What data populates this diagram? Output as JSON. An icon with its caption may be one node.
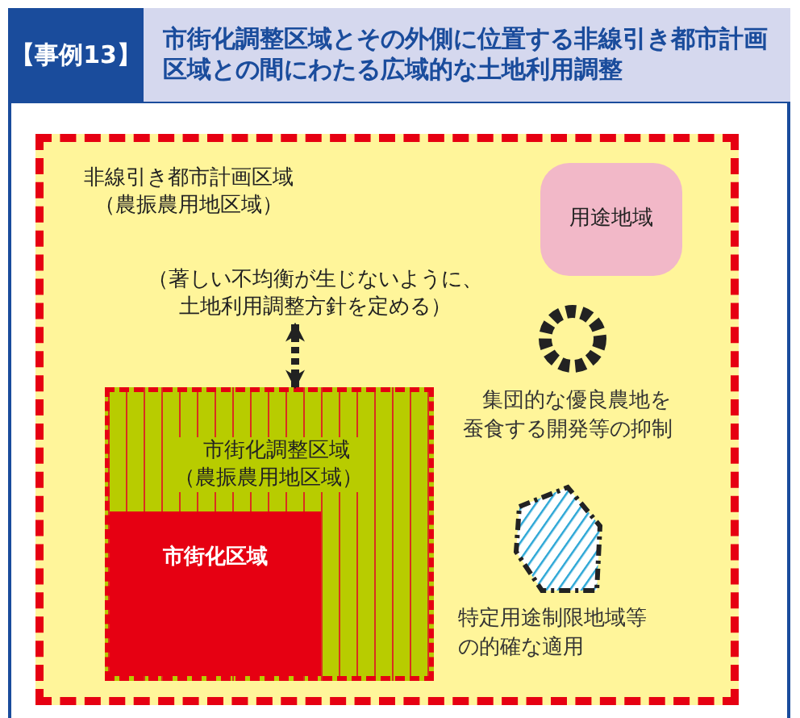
{
  "diagram": {
    "title": "市街化調整区域とその外側に位置する非線引き都市計画区域との間にわたる広域的な土地利用調整",
    "nodes": [
      {
        "text": [
          "非線引き都市計画区域（農振農用地区域）"
        ]
      },
      {
        "text": [
          "用途地域"
        ],
        "in": 0
      },
      {
        "text": [
          "（著しい不均衡が生じないように、土地利用調整方針を定める）"
        ],
        "in": 0
      },
      {
        "text": [
          "市街化調整区域（農振農用地区域）"
        ],
        "in": 0
      },
      {
        "text": [
          "市街化区域"
        ],
        "in": 3
      }
    ],
    "edges": [
      {
        "from": 3,
        "to": 2,
        "arrow": "both",
        "style": "dashed"
      }
    ],
    "labels": [
      "【事例13】",
      "集団的な優良農地を蚕食する開発等の抑制",
      "特定用途制限地域等の的確な適用"
    ]
  }
}
